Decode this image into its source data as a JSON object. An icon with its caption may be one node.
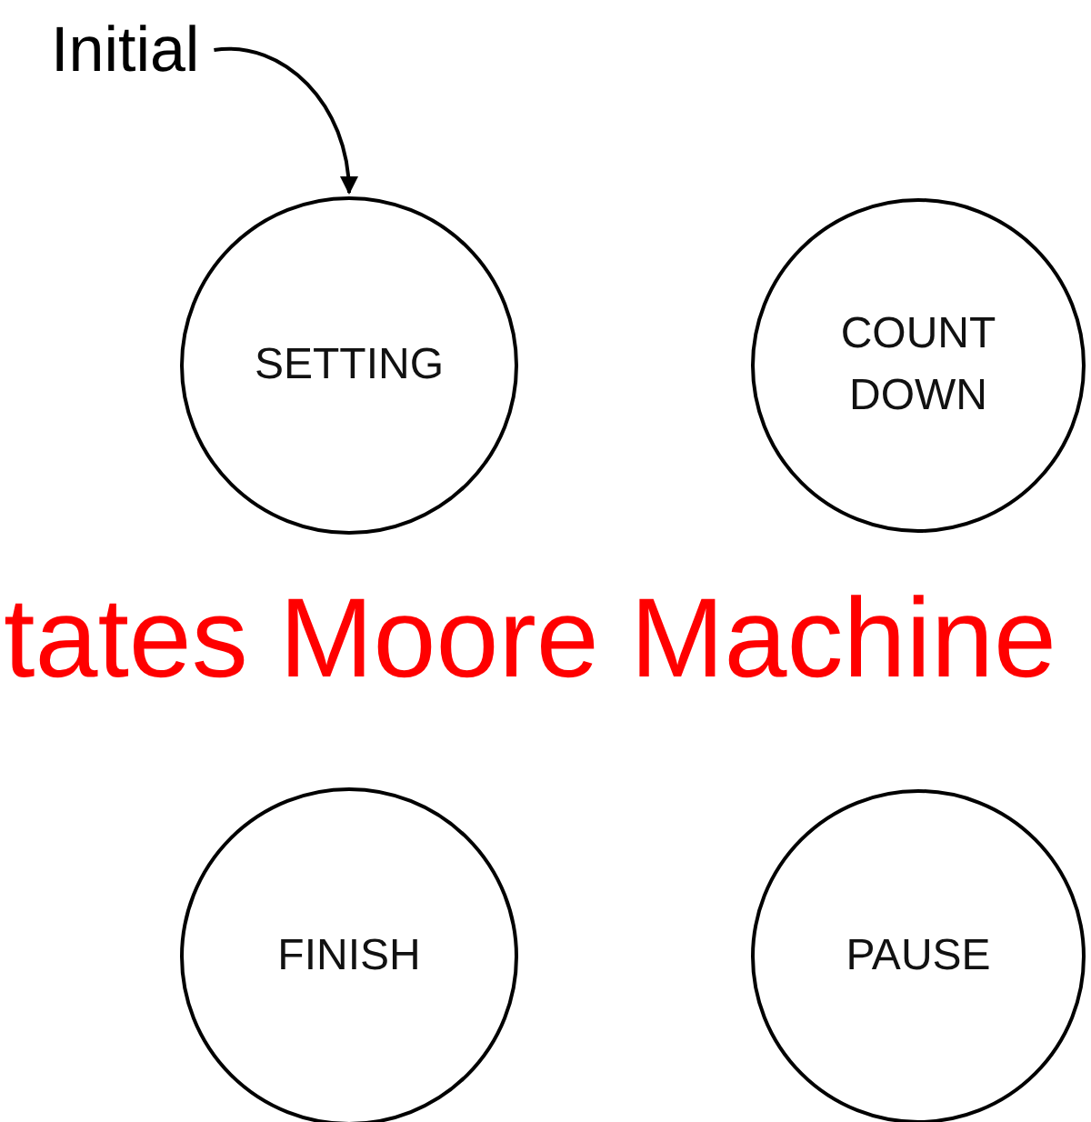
{
  "diagram": {
    "title": "tates Moore Machine",
    "nodes": [
      {
        "text": [
          "Initial"
        ]
      },
      {
        "text": [
          "SETTING"
        ]
      },
      {
        "text": [
          "COUNT DOWN"
        ]
      },
      {
        "text": [
          "FINISH"
        ]
      },
      {
        "text": [
          "PAUSE"
        ]
      }
    ],
    "edges": [
      {
        "from": 0,
        "to": 1,
        "arrow": "to"
      }
    ]
  }
}
